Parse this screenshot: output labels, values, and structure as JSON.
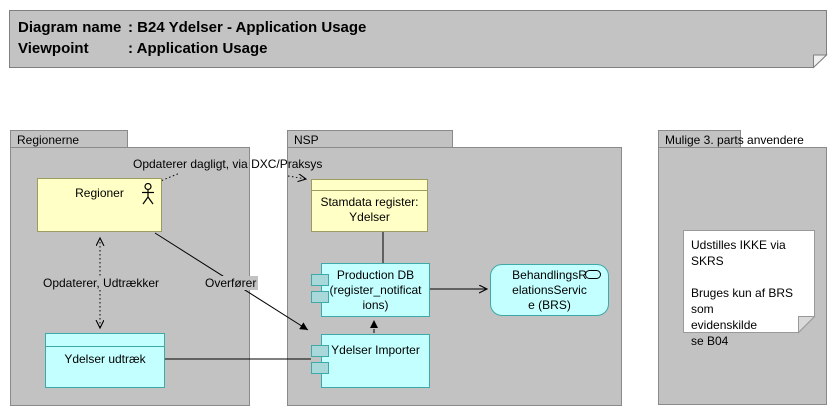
{
  "title_note": {
    "rows": [
      {
        "label": "Diagram name",
        "value": ": B24 Ydelser - Application Usage"
      },
      {
        "label": "Viewpoint",
        "value": ": Application Usage"
      }
    ]
  },
  "groups": {
    "regionerne": {
      "label": "Regionerne"
    },
    "nsp": {
      "label": "NSP"
    },
    "mulige": {
      "label": "Mulige 3. parts anvendere"
    }
  },
  "elements": {
    "regioner": {
      "label": "Regioner",
      "type": "business-actor"
    },
    "stamdata": {
      "label": "Stamdata register:\nYdelser",
      "type": "business-object"
    },
    "ydelser_udtraek": {
      "label": "Ydelser udtræk",
      "type": "application"
    },
    "production_db": {
      "label": "Production DB\n(register_notificat\nions)",
      "type": "application-component"
    },
    "ydelser_importer": {
      "label": "Ydelser Importer",
      "type": "application-component"
    },
    "brs": {
      "label": "BehandlingsR\nelationsServic\ne (BRS)",
      "type": "application-service"
    }
  },
  "note": {
    "text": "Udstilles IKKE via SKRS\n\nBruges kun af BRS som\nevidenskilde\nse B04"
  },
  "connections": {
    "daily_update": {
      "label": "Opdaterer dagligt, via DXC/Praksys",
      "style": "dotted-open-arrow"
    },
    "update_extract": {
      "label": "Opdaterer, Udtrækker",
      "style": "dotted-double-open-arrow"
    },
    "transfer": {
      "label": "Overfører",
      "style": "solid-filled-arrow"
    },
    "udtraek_to_importer": {
      "label": "",
      "style": "solid"
    },
    "importer_to_db": {
      "label": "",
      "style": "dashed-filled-arrow"
    },
    "stamdata_to_db": {
      "label": "",
      "style": "solid"
    },
    "db_to_brs": {
      "label": "",
      "style": "solid-open-arrow"
    }
  },
  "colors": {
    "group_fill": "#C2C2C2",
    "group_stroke": "#8A8A8A",
    "yellow_fill": "#FFFFC6",
    "yellow_stroke": "#9C9C61",
    "cyan_fill": "#C4FFFF",
    "cyan_stroke": "#3FA8A8",
    "comp_tab_fill": "#A8D8DA",
    "note_fill": "#FFFFFF",
    "note_stroke": "#999999",
    "title_fill": "#C3C3C3",
    "title_stroke": "#7F7F7F",
    "text_color": "#000000"
  }
}
